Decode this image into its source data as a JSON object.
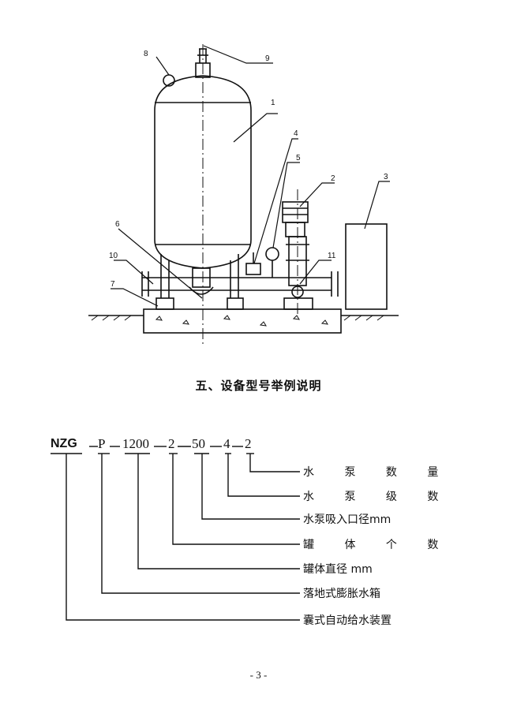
{
  "figure": {
    "callouts": [
      "1",
      "2",
      "3",
      "4",
      "5",
      "6",
      "7",
      "8",
      "9",
      "10",
      "11"
    ]
  },
  "section_title": "五、设备型号举例说明",
  "model_code": {
    "parts": [
      "NZG",
      "P",
      "1200",
      "2",
      "50",
      "4",
      "2"
    ]
  },
  "legend": [
    "水 泵 数 量",
    "水 泵 级 数",
    "水泵吸入口径mm",
    "罐 体 个 数",
    "罐体直径 mm",
    "落地式膨胀水箱",
    "囊式自动给水装置"
  ],
  "page_number": "- 3 -"
}
